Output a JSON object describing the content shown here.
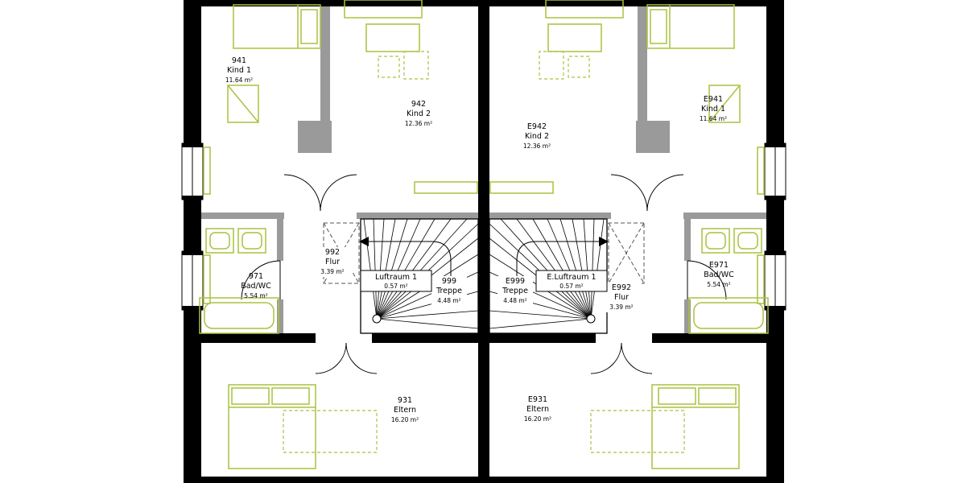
{
  "plan": {
    "type": "floor-plan",
    "style": "semi-detached house upper floor, mirrored units"
  },
  "colors": {
    "outer_wall": "#000000",
    "interior_wall": "#9a9a9a",
    "furniture": "#a9c23f",
    "background": "#ffffff"
  },
  "units": {
    "left": {
      "kind1": {
        "number": "941",
        "name": "Kind 1",
        "area": "11.64 m²"
      },
      "kind2": {
        "number": "942",
        "name": "Kind 2",
        "area": "12.36 m²"
      },
      "bad": {
        "number": "971",
        "name": "Bad/WC",
        "area": "5.54 m²"
      },
      "flur": {
        "number": "992",
        "name": "Flur",
        "area": "3.39 m²"
      },
      "luftraum": {
        "name": "Luftraum 1",
        "area": "0.57 m²"
      },
      "treppe": {
        "number": "999",
        "name": "Treppe",
        "area": "4.48 m²"
      },
      "eltern": {
        "number": "931",
        "name": "Eltern",
        "area": "16.20 m²"
      }
    },
    "right": {
      "kind1": {
        "number": "E941",
        "name": "Kind 1",
        "area": "11.64 m²"
      },
      "kind2": {
        "number": "E942",
        "name": "Kind 2",
        "area": "12.36 m²"
      },
      "bad": {
        "number": "E971",
        "name": "Bad/WC",
        "area": "5.54 m²"
      },
      "flur": {
        "number": "E992",
        "name": "Flur",
        "area": "3.39 m²"
      },
      "luftraum": {
        "name": "E.Luftraum 1",
        "area": "0.57 m²"
      },
      "treppe": {
        "number": "E999",
        "name": "Treppe",
        "area": "4.48 m²"
      },
      "eltern": {
        "number": "E931",
        "name": "Eltern",
        "area": "16.20 m²"
      }
    }
  }
}
